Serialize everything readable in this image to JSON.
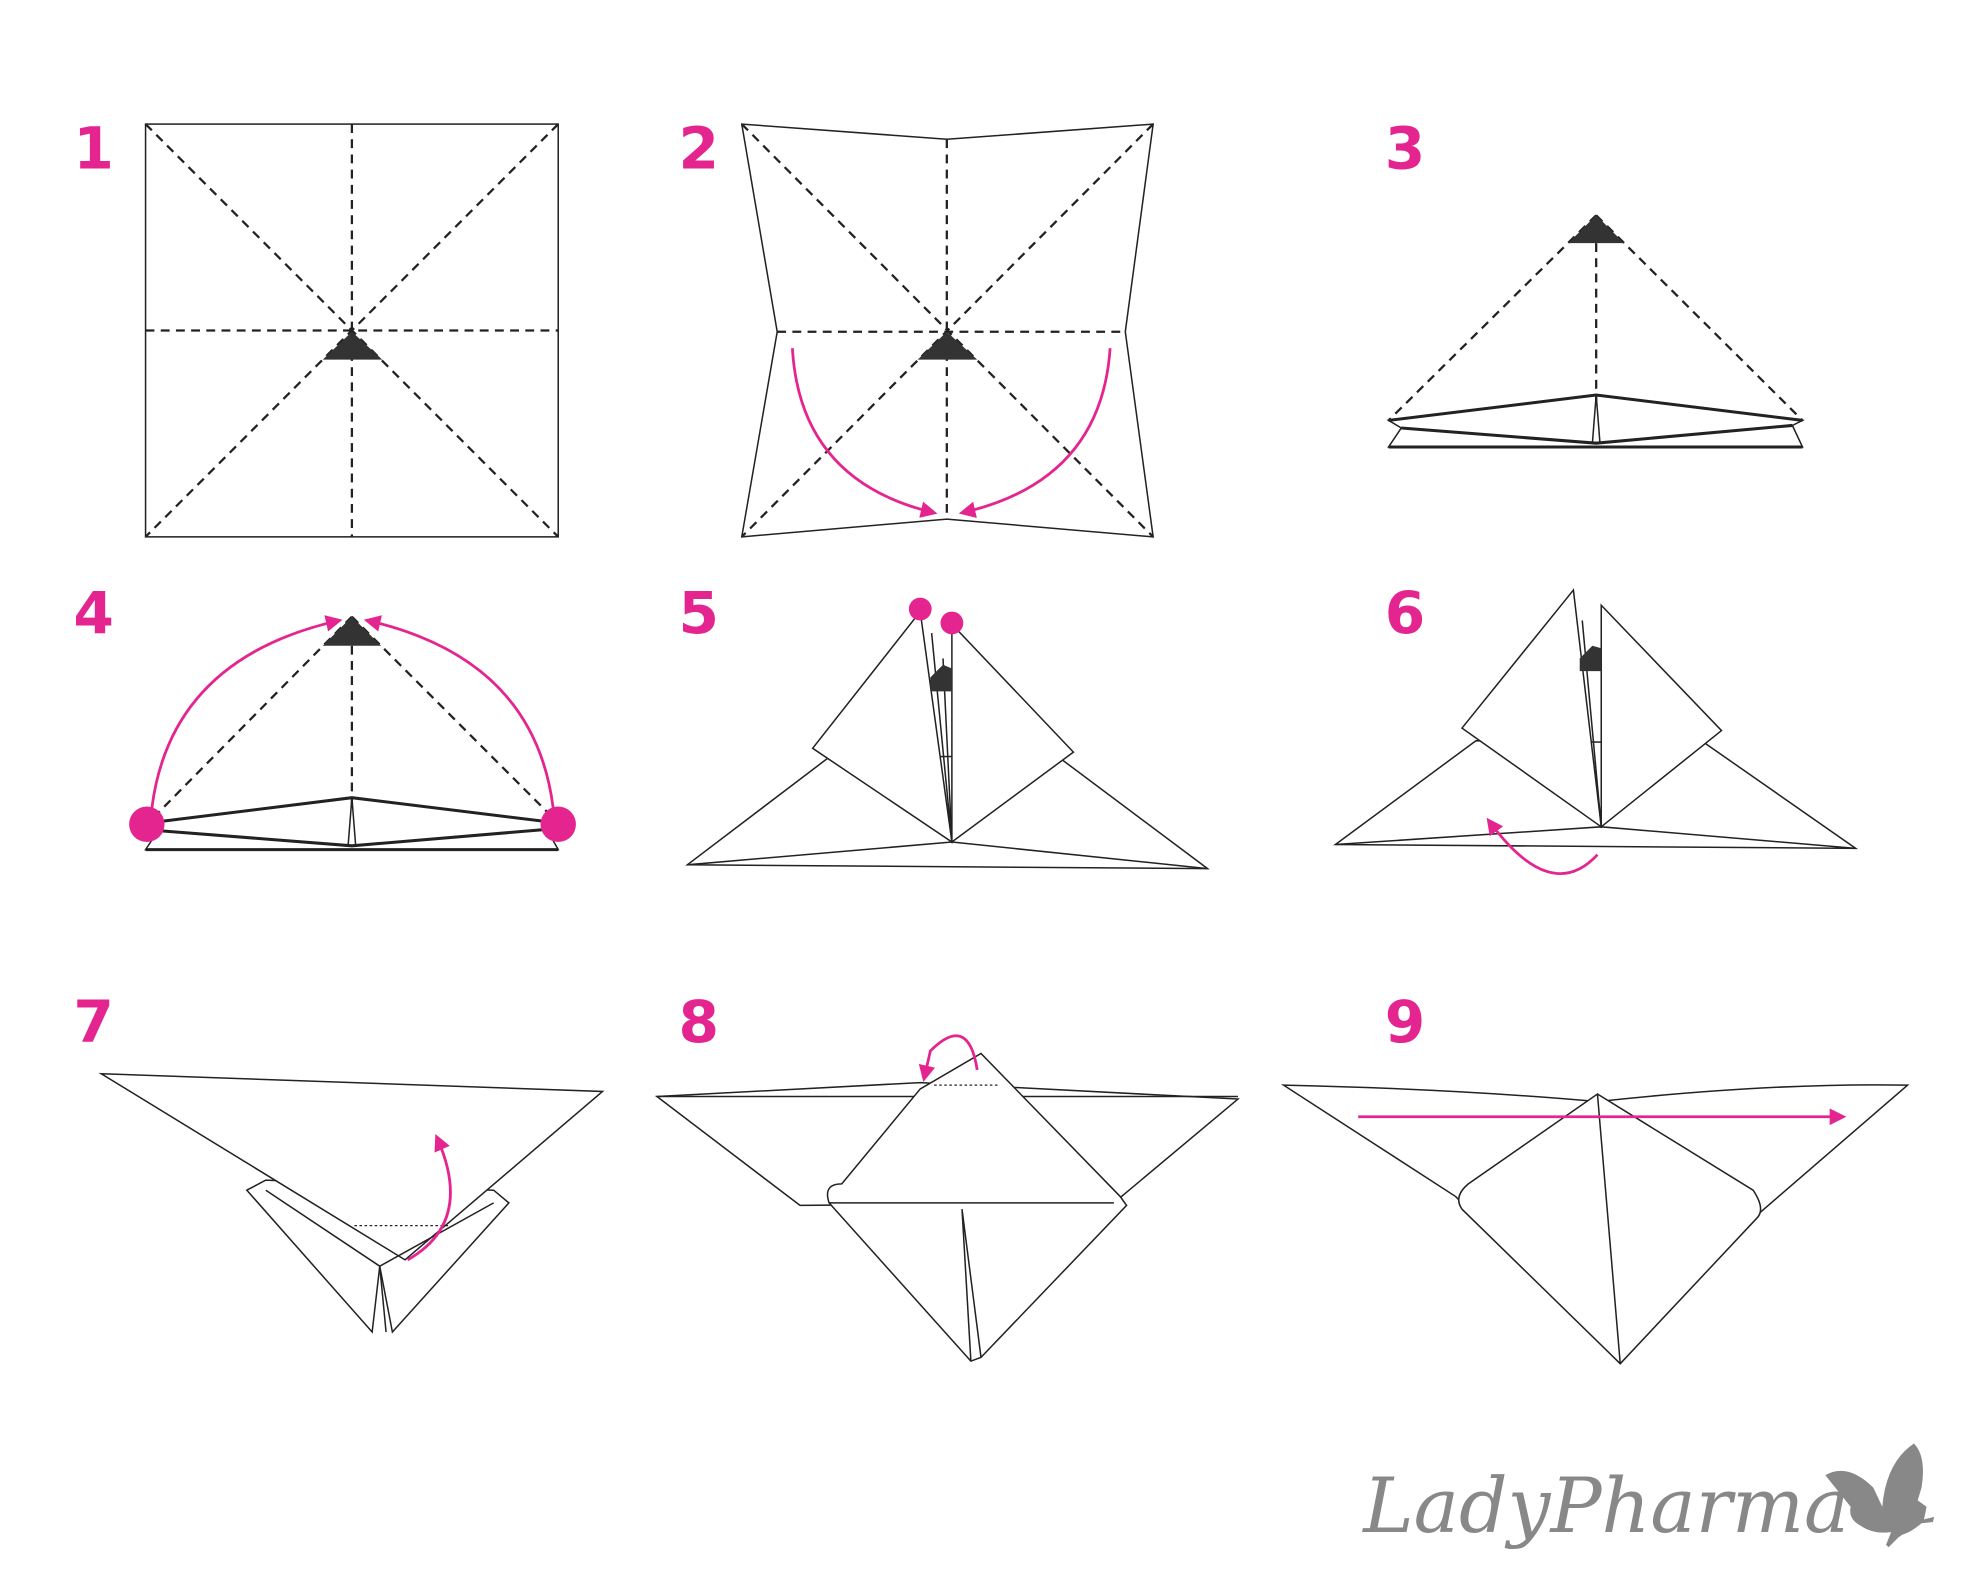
{
  "title": "Origami butterfly folding instructions",
  "accent_color": "#e5258f",
  "steps": [
    {
      "number": "1"
    },
    {
      "number": "2"
    },
    {
      "number": "3"
    },
    {
      "number": "4"
    },
    {
      "number": "5"
    },
    {
      "number": "6"
    },
    {
      "number": "7"
    },
    {
      "number": "8"
    },
    {
      "number": "9"
    }
  ],
  "logo": {
    "text": "LadyPharma",
    "icon": "butterfly-icon",
    "color": "#888888"
  }
}
